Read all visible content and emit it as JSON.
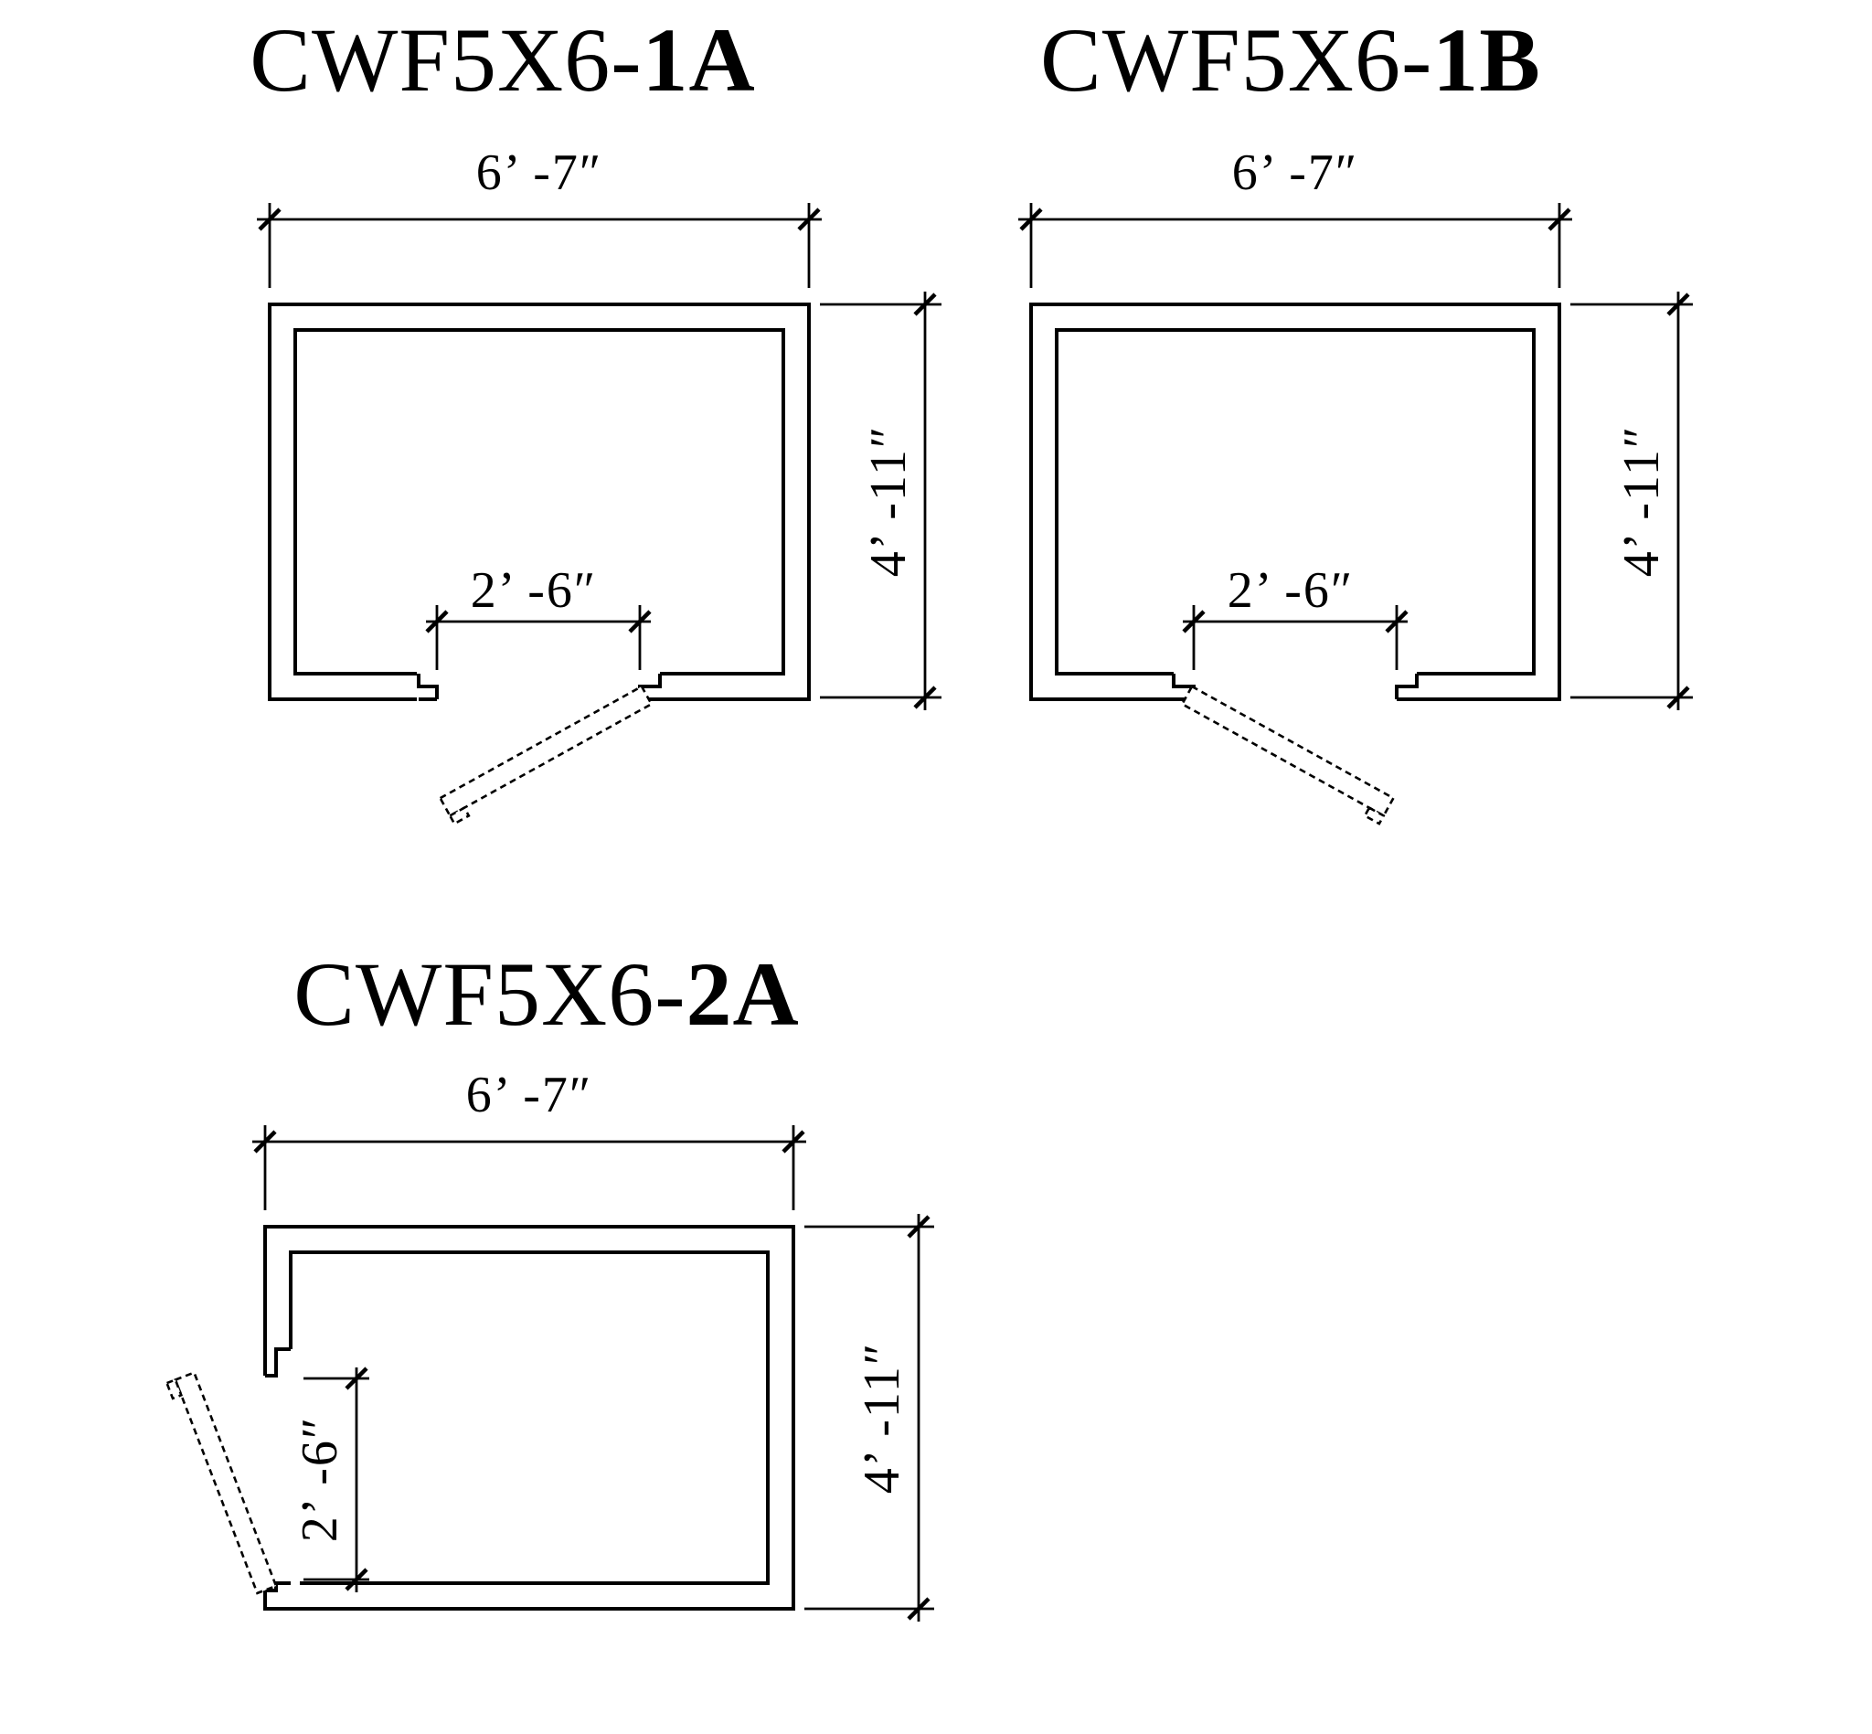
{
  "drawing": {
    "colors": {
      "line": "#000000",
      "background": "#ffffff"
    },
    "units": [
      {
        "id": "1A",
        "title_prefix": "CWF5X6-",
        "title_suffix": "1A",
        "width_label": "6’ -7″",
        "height_label": "4’ -11″",
        "door_label": "2’ -6″",
        "door_position": "bottom wall, centered, hinged right, swings out"
      },
      {
        "id": "1B",
        "title_prefix": "CWF5X6-",
        "title_suffix": "1B",
        "width_label": "6’ -7″",
        "height_label": "4’ -11″",
        "door_label": "2’ -6″",
        "door_position": "bottom wall, centered, hinged left, swings out"
      },
      {
        "id": "2A",
        "title_prefix": "CWF5X6-",
        "title_suffix": "2A",
        "width_label": "6’ -7″",
        "height_label": "4’ -11″",
        "door_label": "2’ -6″",
        "door_position": "left wall, lower corner, hinged bottom, swings out"
      }
    ]
  }
}
